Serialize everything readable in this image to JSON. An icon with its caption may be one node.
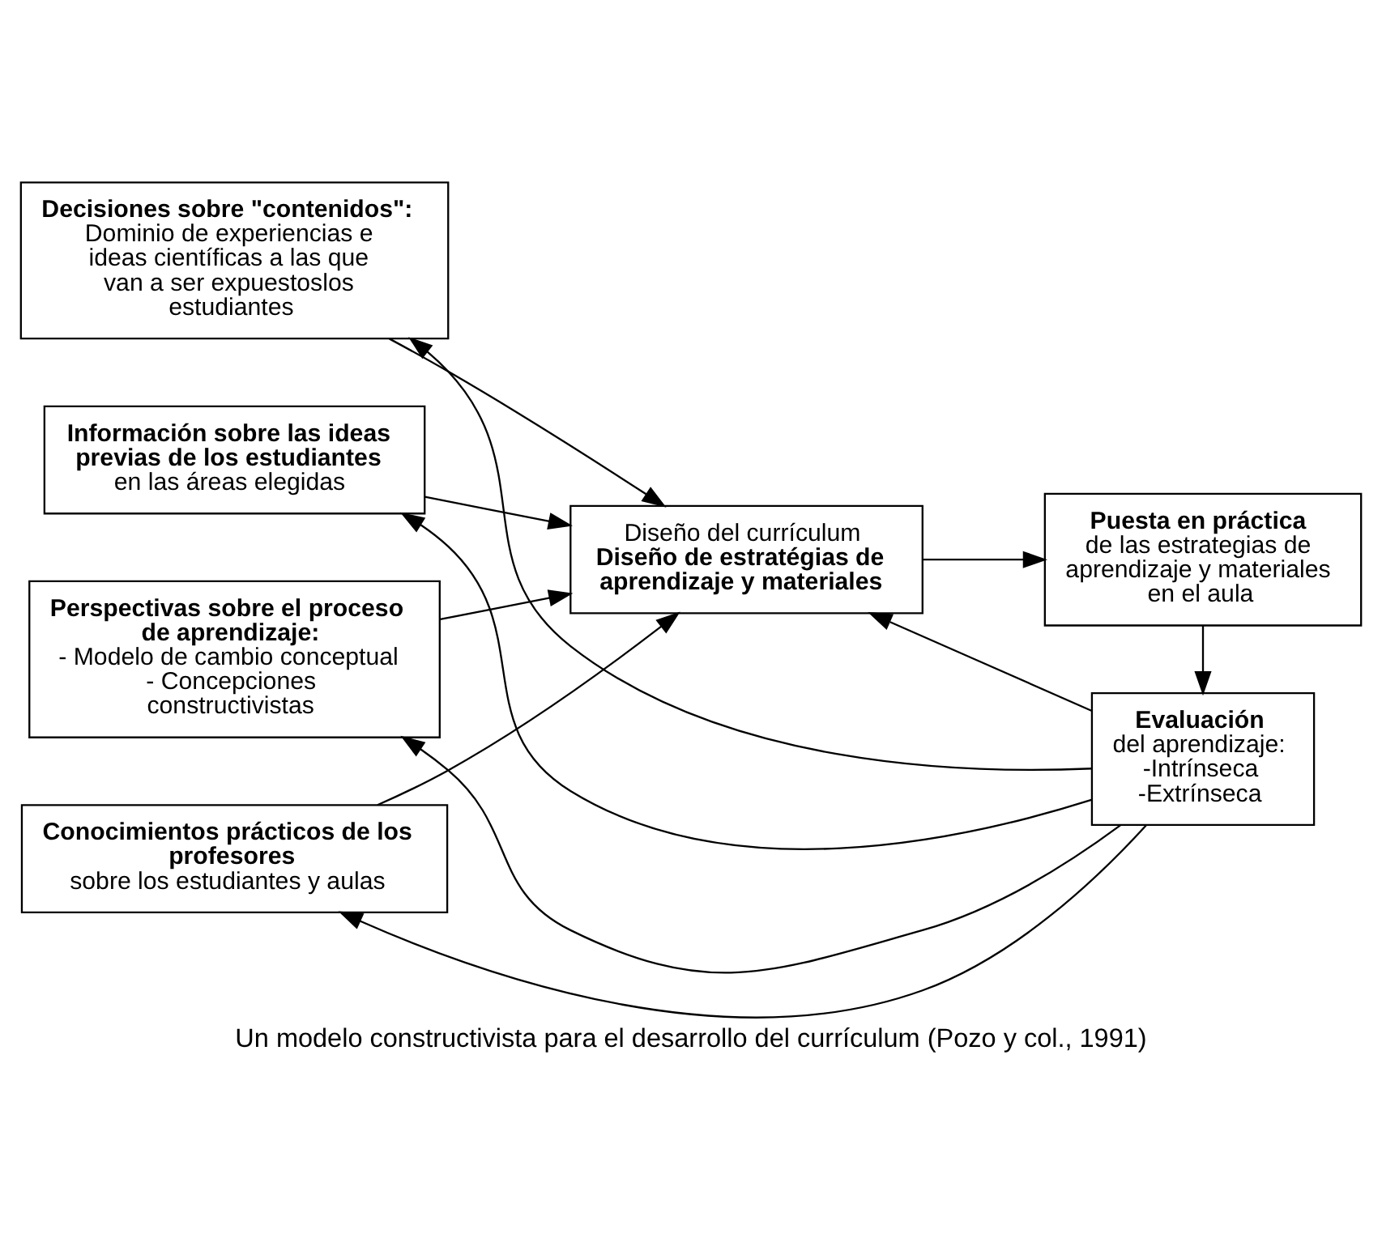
{
  "diagram": {
    "caption": "Un modelo constructivista para el desarrollo del currículum (Pozo y col., 1991)",
    "nodes": [
      {
        "text": [
          "Decisiones sobre \"contenidos\":",
          "Dominio de experiencias e ideas científicas a las que van a ser expuestoslos estudiantes"
        ]
      },
      {
        "text": [
          "Información sobre las ideas previas de los estudiantes",
          "en las áreas elegidas"
        ]
      },
      {
        "text": [
          "Perspectivas sobre el proceso de aprendizaje:",
          "- Modelo de cambio conceptual",
          "- Concepciones constructivistas"
        ]
      },
      {
        "text": [
          "Conocimientos prácticos de los profesores",
          "sobre los estudiantes y aulas"
        ]
      },
      {
        "text": [
          "Diseño del currículum",
          "Diseño de estratégias de aprendizaje y materiales"
        ]
      },
      {
        "text": [
          "Puesta en práctica",
          "de las estrategias de aprendizaje y materiales en el aula"
        ]
      },
      {
        "text": [
          "Evaluación",
          "del aprendizaje:",
          "-Intrínseca",
          "-Extrínseca"
        ]
      }
    ],
    "edges": [
      {
        "from": 0,
        "to": 4,
        "arrow": "to"
      },
      {
        "from": 1,
        "to": 4,
        "arrow": "to"
      },
      {
        "from": 2,
        "to": 4,
        "arrow": "to"
      },
      {
        "from": 3,
        "to": 4,
        "arrow": "to"
      },
      {
        "from": 4,
        "to": 5,
        "arrow": "to"
      },
      {
        "from": 5,
        "to": 6,
        "arrow": "to"
      },
      {
        "from": 6,
        "to": 0,
        "arrow": "to"
      },
      {
        "from": 6,
        "to": 1,
        "arrow": "to"
      },
      {
        "from": 6,
        "to": 2,
        "arrow": "to"
      },
      {
        "from": 6,
        "to": 3,
        "arrow": "to"
      },
      {
        "from": 6,
        "to": 4,
        "arrow": "to"
      }
    ]
  }
}
